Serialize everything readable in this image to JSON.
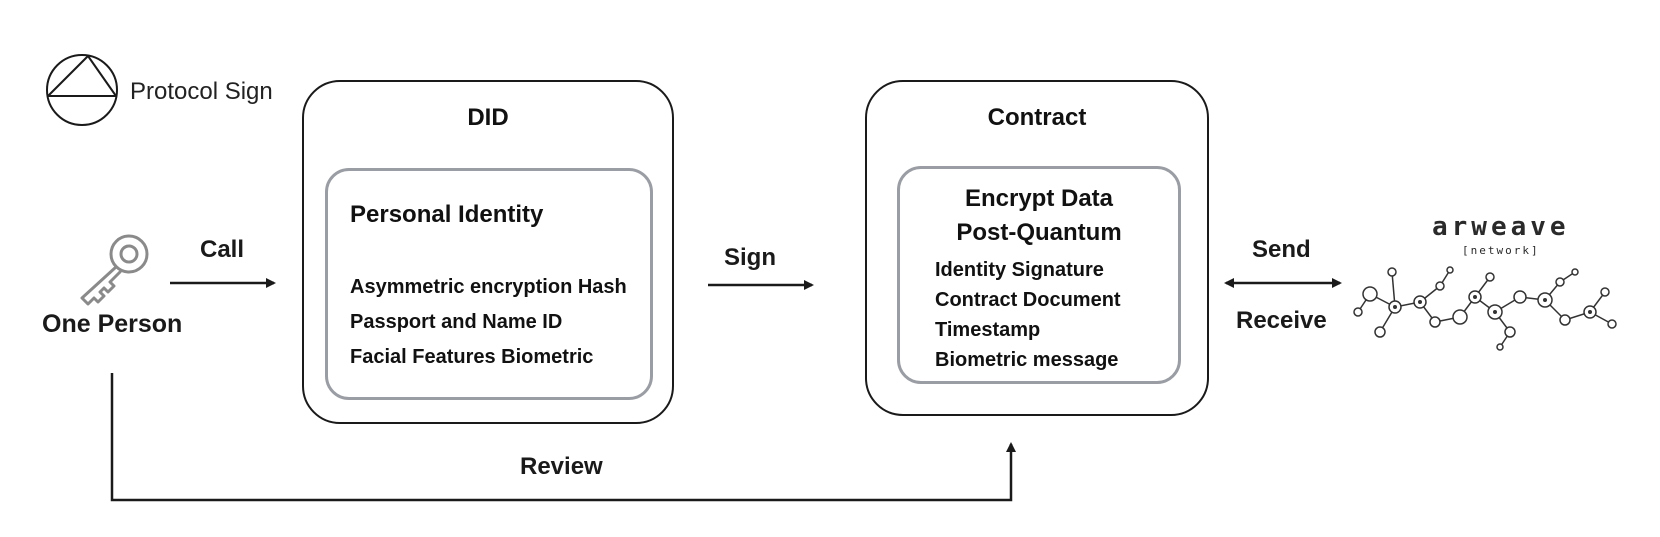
{
  "brand": {
    "name": "Protocol Sign",
    "logo_icon": "circle-triangle-logo"
  },
  "actor": {
    "label": "One Person",
    "icon": "key-icon"
  },
  "arrows": {
    "call": "Call",
    "sign": "Sign",
    "send": "Send",
    "receive": "Receive",
    "review": "Review"
  },
  "did_box": {
    "title": "DID",
    "heading": "Personal Identity",
    "lines": [
      "Asymmetric encryption Hash",
      "Passport and Name ID",
      "Facial Features Biometric"
    ]
  },
  "contract_box": {
    "title": "Contract",
    "headings": [
      "Encrypt Data",
      "Post-Quantum"
    ],
    "lines": [
      "Identity Signature",
      "Contract Document",
      "Timestamp",
      "Biometric message"
    ]
  },
  "arweave": {
    "title": "arweave",
    "subtitle": "[network]",
    "icon": "network-graph-icon"
  },
  "colors": {
    "stroke": "#1a1a1a",
    "inner_border": "#9a9da3",
    "icon_gray": "#8a8a8a"
  }
}
